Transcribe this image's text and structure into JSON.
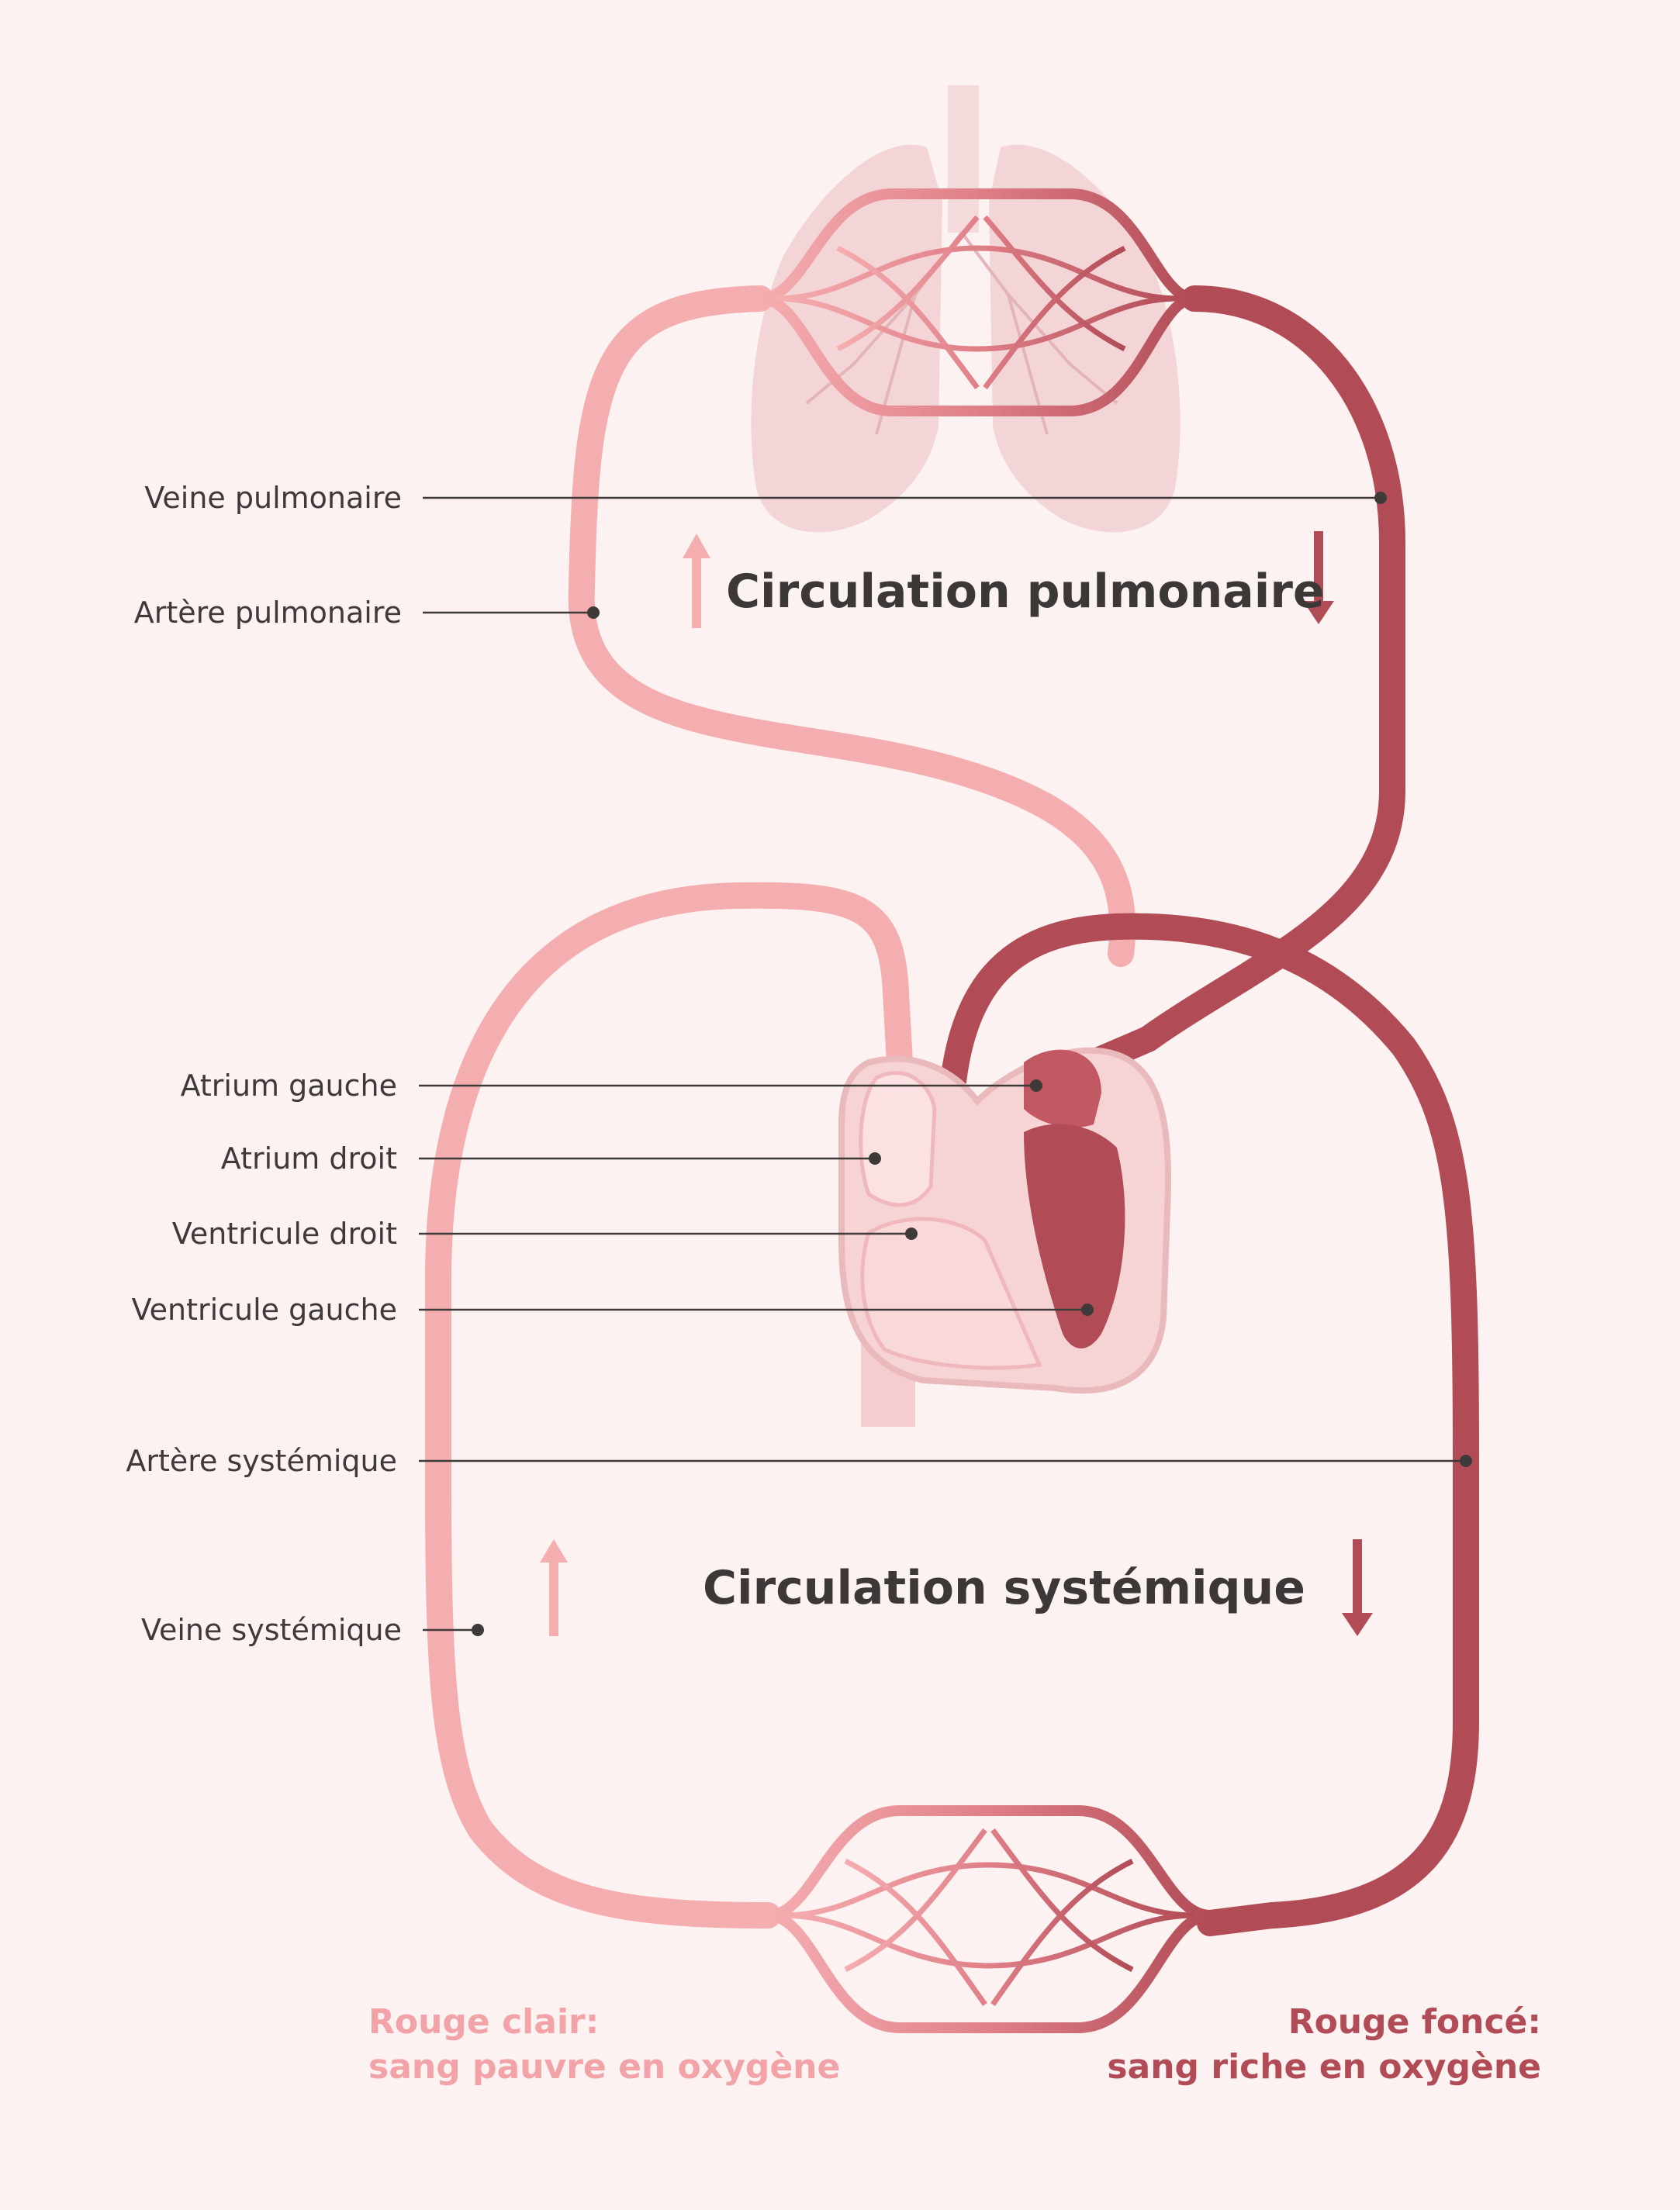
{
  "colors": {
    "background": "#fdf2f2",
    "light_red": "#f5aeb0",
    "dark_red": "#b14c56",
    "text": "#3f3a3a"
  },
  "titles": {
    "pulmonary": "Circulation pulmonaire",
    "systemic": "Circulation systémique"
  },
  "labels": {
    "pulmonary_vein": "Veine pulmonaire",
    "pulmonary_artery": "Artère pulmonaire",
    "left_atrium": "Atrium gauche",
    "right_atrium": "Atrium droit",
    "right_ventricle": "Ventricule droit",
    "left_ventricle": "Ventricule gauche",
    "systemic_artery": "Artère systémique",
    "systemic_vein": "Veine systémique"
  },
  "legend": {
    "light_title": "Rouge clair:",
    "light_desc": "sang pauvre en oxygène",
    "dark_title": "Rouge foncé:",
    "dark_desc": "sang riche en oxygène"
  },
  "icons": [
    "arrow-up-icon",
    "arrow-down-icon",
    "lungs-icon",
    "heart-icon",
    "capillary-bed-icon"
  ]
}
